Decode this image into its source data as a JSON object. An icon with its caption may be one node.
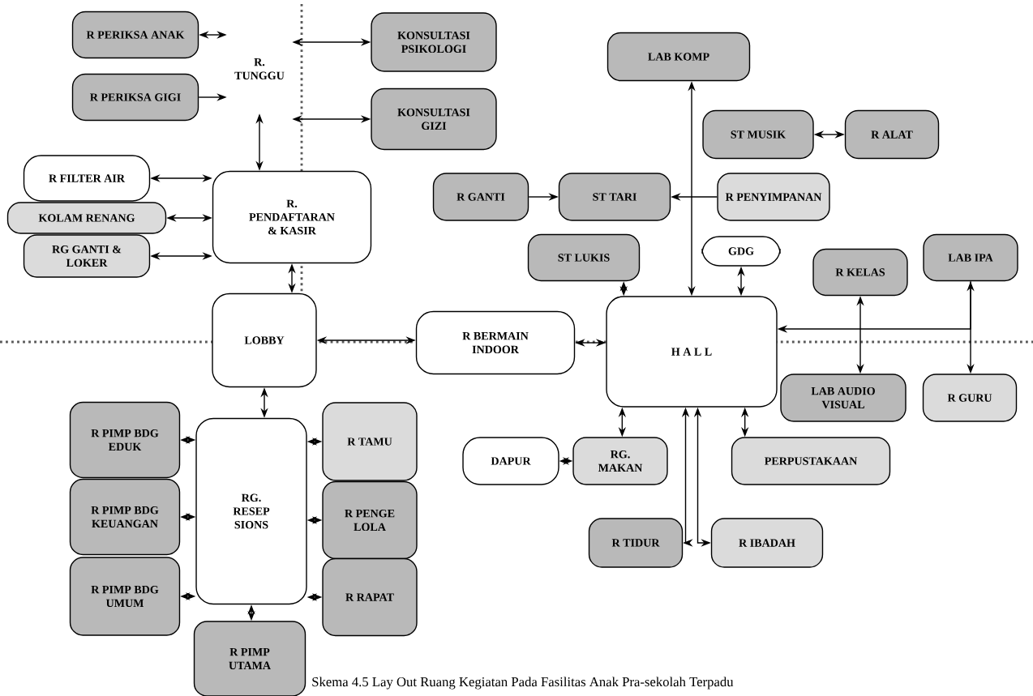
{
  "diagram": {
    "caption": "Skema 4.5 Lay Out Ruang Kegiatan Pada Fasilitas Anak Pra-sekolah Terpadu",
    "nodes": [
      {
        "text": [
          "R PERIKSA ANAK"
        ]
      },
      {
        "text": [
          "R PERIKSA GIGI"
        ]
      },
      {
        "text": [
          "R. TUNGGU"
        ]
      },
      {
        "text": [
          "KONSULTASI PSIKOLOGI"
        ]
      },
      {
        "text": [
          "KONSULTASI GIZI"
        ]
      },
      {
        "text": [
          "R FILTER AIR"
        ]
      },
      {
        "text": [
          "KOLAM RENANG"
        ]
      },
      {
        "text": [
          "RG GANTI & LOKER"
        ]
      },
      {
        "text": [
          "R. PENDAFTARAN & KASIR"
        ]
      },
      {
        "text": [
          "LOBBY"
        ]
      },
      {
        "text": [
          "R BERMAIN INDOOR"
        ]
      },
      {
        "text": [
          "H A L L"
        ]
      },
      {
        "text": [
          "LAB KOMP"
        ]
      },
      {
        "text": [
          "ST MUSIK"
        ]
      },
      {
        "text": [
          "R ALAT"
        ]
      },
      {
        "text": [
          "R GANTI"
        ]
      },
      {
        "text": [
          "ST TARI"
        ]
      },
      {
        "text": [
          "R PENYIMPANAN"
        ]
      },
      {
        "text": [
          "ST LUKIS"
        ]
      },
      {
        "text": [
          "GDG"
        ]
      },
      {
        "text": [
          "R KELAS"
        ]
      },
      {
        "text": [
          "LAB IPA"
        ]
      },
      {
        "text": [
          "LAB AUDIO VISUAL"
        ]
      },
      {
        "text": [
          "R GURU"
        ]
      },
      {
        "text": [
          "DAPUR"
        ]
      },
      {
        "text": [
          "RG. MAKAN"
        ]
      },
      {
        "text": [
          "PERPUSTAKAAN"
        ]
      },
      {
        "text": [
          "R TIDUR"
        ]
      },
      {
        "text": [
          "R IBADAH"
        ]
      },
      {
        "text": [
          "R PIMP BDG EDUK"
        ]
      },
      {
        "text": [
          "R PIMP BDG KEUANGAN"
        ]
      },
      {
        "text": [
          "R PIMP BDG UMUM"
        ]
      },
      {
        "text": [
          "RG. RESEP SIONS"
        ]
      },
      {
        "text": [
          "R TAMU"
        ]
      },
      {
        "text": [
          "R PENGE LOLA"
        ]
      },
      {
        "text": [
          "R RAPAT"
        ]
      },
      {
        "text": [
          "R PIMP UTAMA"
        ]
      }
    ],
    "edges": [
      {
        "from": 0,
        "to": 2,
        "arrow": "both"
      },
      {
        "from": 1,
        "to": 2,
        "arrow": "to"
      },
      {
        "from": 3,
        "to": 2,
        "arrow": "both"
      },
      {
        "from": 4,
        "to": 2,
        "arrow": "both"
      },
      {
        "from": 2,
        "to": 8,
        "arrow": "both"
      },
      {
        "from": 5,
        "to": 8,
        "arrow": "both"
      },
      {
        "from": 6,
        "to": 8,
        "arrow": "both"
      },
      {
        "from": 7,
        "to": 8,
        "arrow": "both"
      },
      {
        "from": 8,
        "to": 9,
        "arrow": "both"
      },
      {
        "from": 9,
        "to": 10,
        "arrow": "both"
      },
      {
        "from": 10,
        "to": 11,
        "arrow": "both"
      },
      {
        "from": 9,
        "to": 32,
        "arrow": "both"
      },
      {
        "from": 29,
        "to": 32,
        "arrow": "both"
      },
      {
        "from": 30,
        "to": 32,
        "arrow": "both"
      },
      {
        "from": 31,
        "to": 32,
        "arrow": "both"
      },
      {
        "from": 33,
        "to": 32,
        "arrow": "both"
      },
      {
        "from": 34,
        "to": 32,
        "arrow": "both"
      },
      {
        "from": 35,
        "to": 32,
        "arrow": "both"
      },
      {
        "from": 32,
        "to": 36,
        "arrow": "both"
      },
      {
        "from": 11,
        "to": 12,
        "arrow": "both"
      },
      {
        "from": 13,
        "to": 14,
        "arrow": "both"
      },
      {
        "from": 15,
        "to": 16,
        "arrow": "to"
      },
      {
        "from": 17,
        "to": 16,
        "arrow": "to"
      },
      {
        "from": 18,
        "to": 11,
        "arrow": "both"
      },
      {
        "from": 19,
        "to": 11,
        "arrow": "both"
      },
      {
        "from": 21,
        "to": 11,
        "arrow": "to"
      },
      {
        "from": 21,
        "to": 23,
        "arrow": "both"
      },
      {
        "from": 20,
        "to": 22,
        "arrow": "both"
      },
      {
        "from": 11,
        "to": 25,
        "arrow": "both"
      },
      {
        "from": 11,
        "to": 26,
        "arrow": "both"
      },
      {
        "from": 24,
        "to": 25,
        "arrow": "both"
      },
      {
        "from": 11,
        "to": 27,
        "arrow": "both"
      },
      {
        "from": 11,
        "to": 28,
        "arrow": "both"
      }
    ]
  }
}
